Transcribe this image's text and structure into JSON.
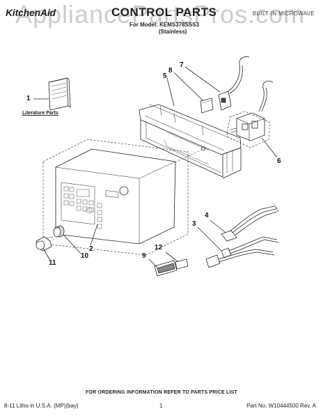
{
  "header": {
    "brand": "KitchenAid",
    "title": "CONTROL PARTS",
    "model_line": "For Model: KEMS378SSS3",
    "finish": "(Stainless)",
    "product_type": "BUILT-IN MICROWAVE"
  },
  "watermark": "AppliancePartsPros.com",
  "labels": {
    "literature": "Literature Parts"
  },
  "callouts": [
    "1",
    "2",
    "3",
    "4",
    "5",
    "6",
    "7",
    "8",
    "9",
    "10",
    "11",
    "12"
  ],
  "footer": {
    "ordering_note": "FOR ORDERING INFORMATION REFER TO PARTS PRICE LIST",
    "litho": "8-11 Litho in U.S.A. (MP)(bay)",
    "page": "1",
    "part_no": "Part No. W10444500 Rev. A"
  }
}
